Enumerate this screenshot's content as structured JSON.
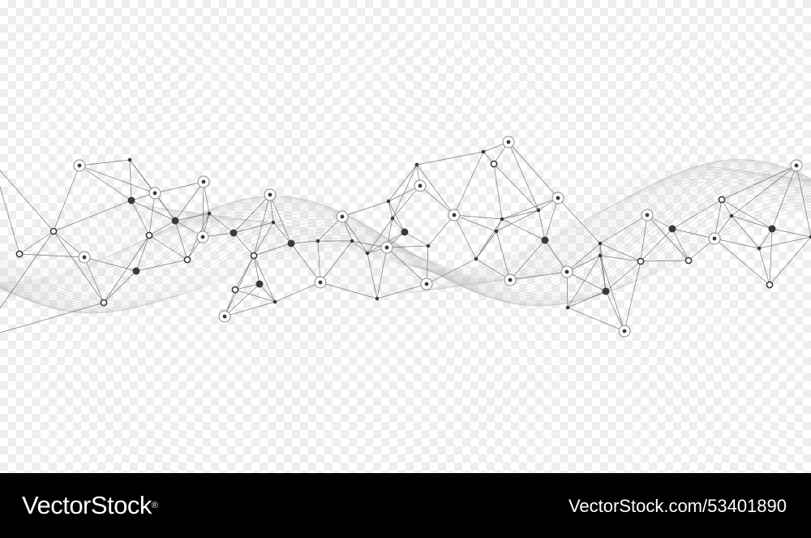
{
  "image": {
    "subject": "plexus network",
    "colors": {
      "background_checker_light": "#ffffff",
      "background_checker_dark": "#eeeeee",
      "line": "#5a5a5a",
      "node": "#3a3a3a",
      "wave": "#bdbdbd",
      "footer": "#000000",
      "footer_text": "#ffffff"
    }
  },
  "footer": {
    "brand": "VectorStock",
    "brand_mark": "®",
    "image_id": "VectorStock.com/53401890"
  }
}
